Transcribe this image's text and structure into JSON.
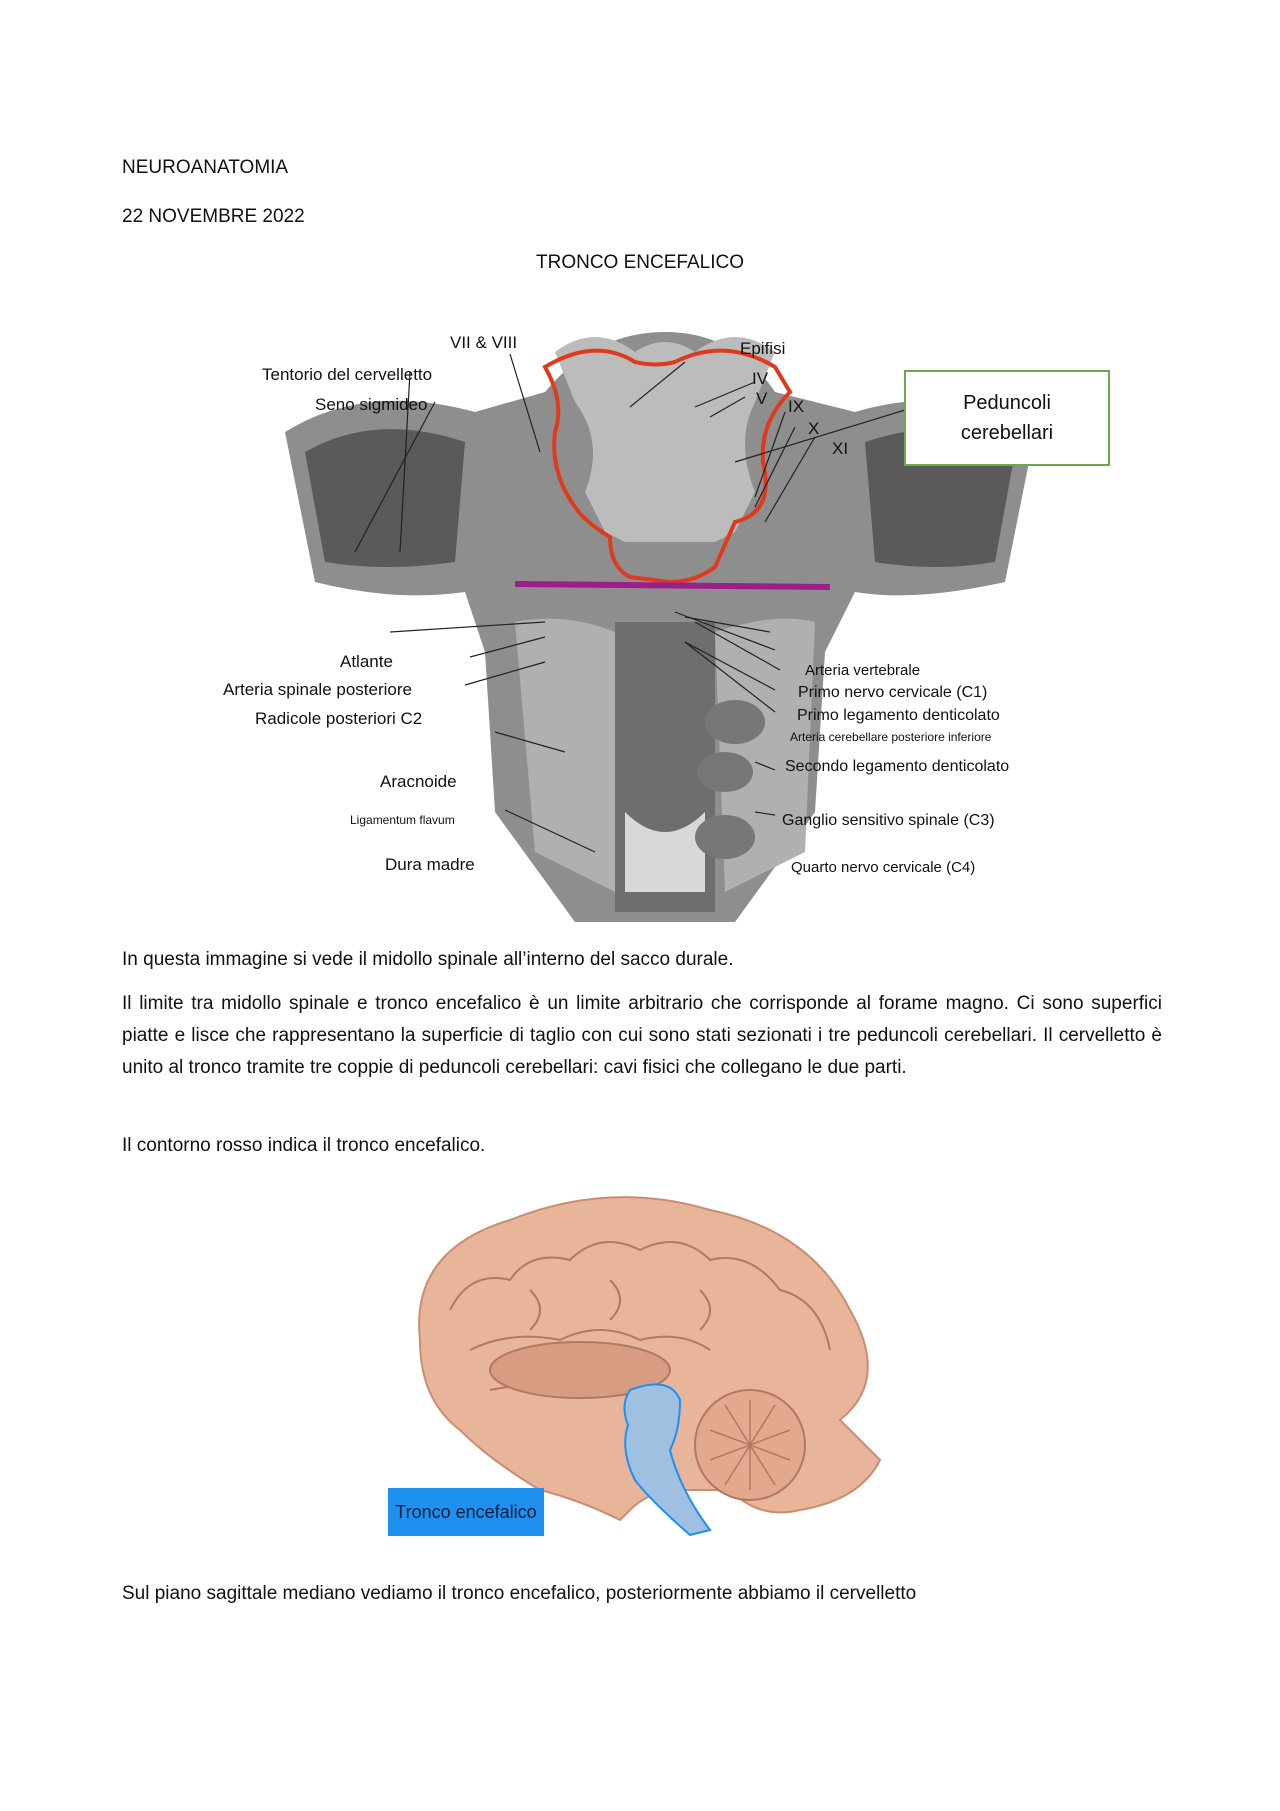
{
  "header": {
    "subject": "NEUROANATOMIA",
    "date": "22 NOVEMBRE 2022",
    "section_title": "TRONCO ENCEFALICO"
  },
  "figure1": {
    "callout": "Peduncoli cerebellari",
    "labels_left": [
      "VII & VIII",
      "Tentorio del cervelletto",
      "Seno sigmideo",
      "Atlante",
      "Arteria spinale posteriore",
      "Radicole posteriori C2",
      "Aracnoide",
      "Ligamentum flavum",
      "Dura madre"
    ],
    "labels_right": [
      "Epifisi",
      "IV",
      "V",
      "IX",
      "X",
      "XI",
      "Arteria vertebrale",
      "Primo nervo cervicale (C1)",
      "Primo legamento denticolato",
      "Arteria cerebellare posteriore inferiore",
      "Secondo legamento denticolato",
      "Ganglio sensitivo spinale (C3)",
      "Quarto nervo cervicale (C4)"
    ],
    "colors": {
      "brainstem_outline": "#e03a1e",
      "foramen_line": "#9b1f8a",
      "callout_border": "#6aaa4a"
    }
  },
  "body": {
    "p1": "In questa immagine si vede il midollo spinale all’interno del sacco durale.",
    "p2": "Il limite tra midollo spinale e tronco encefalico è un limite arbitrario che corrisponde al forame magno. Ci sono superfici piatte e lisce che rappresentano la superficie di taglio con cui sono stati sezionati i tre peduncoli cerebellari. Il cervelletto è unito al tronco tramite tre coppie di peduncoli cerebellari: cavi fisici che collegano le due parti.",
    "p3": "Il contorno rosso indica il tronco encefalico.",
    "p4": "Sul piano sagittale mediano vediamo il tronco encefalico, posteriormente abbiamo il cervelletto"
  },
  "figure2": {
    "label": "Tronco encefalico",
    "colors": {
      "brain": "#e8b49a",
      "brainstem_fill": "#9fc0e0",
      "label_bg": "#1e90f0"
    }
  }
}
